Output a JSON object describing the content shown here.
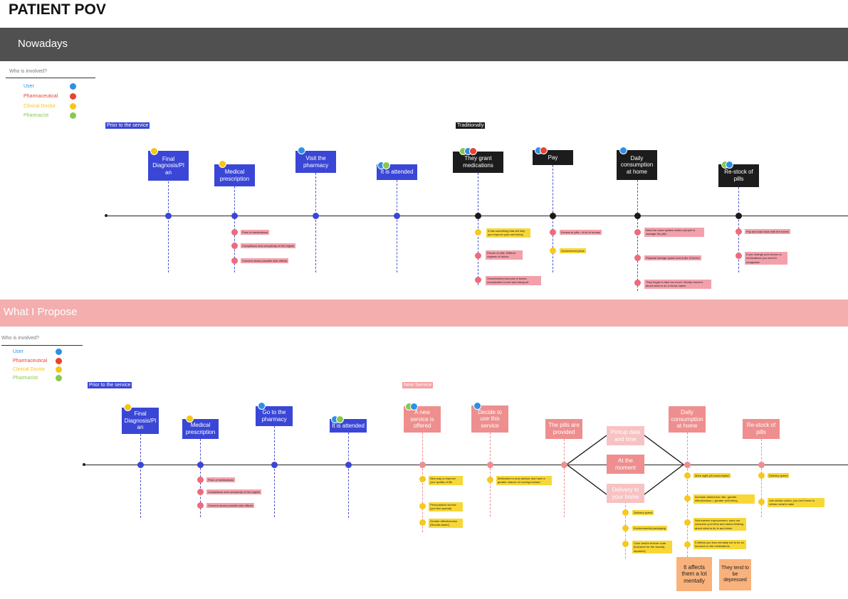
{
  "title": "PATIENT POV",
  "colors": {
    "user": "#2f8fe8",
    "pharmaceutical": "#e8432e",
    "clinical_doctor": "#f5c518",
    "pharmacist": "#86c94f"
  },
  "now": {
    "section": "Nowadays",
    "legend": {
      "title": "Who is involved?",
      "user": "User",
      "pharmaceutical": "Pharmaceutical",
      "clinical_doctor": "Clinical Doctor",
      "pharmacist": "Pharmacist"
    },
    "tag_prior": "Prior to the service",
    "tag_trad": "Traditionally",
    "steps": {
      "s1": "Final Diagnosis/Pl an",
      "s2": "Medical prescription",
      "s3": "Visit the pharmacy",
      "s4": "It is attended",
      "s5": "They grant medications",
      "s6": "Pay",
      "s7": "Daily consumption at home",
      "s8": "Re-stock of pills"
    },
    "notes": {
      "n2a": "Price of medications",
      "n2b": "Compliance and complexity of the regime",
      "n2c": "Concern about possible side effects",
      "n5a": "It has something that will help you improve your well being",
      "n5b": "Pieces of pills. Difficult regimen to follow",
      "n5c": "Overwhelmed amount of boxes, complicated to sort and transport",
      "n6a": "Excess of pills = A lot of money",
      "n6b": "Government plans",
      "n7a": "Need for more system and/or people to manage the pills",
      "n7b": "Physical storage space and order of boxes",
      "n7c": "They forget to take too much. Mostly concern about what to do in those cases",
      "n8a": "Pay and load back with the boxes",
      "n8b": "If you change your doctor or medications you need to reorganize"
    }
  },
  "prop": {
    "section": "What I Propose",
    "legend": {
      "title": "Who is involved?",
      "user": "User",
      "pharmaceutical": "Pharmaceutical",
      "clinical_doctor": "Clinical Doctor",
      "pharmacist": "Pharmacist"
    },
    "tag_prior": "Prior to the service",
    "tag_new": "New Service",
    "steps": {
      "p1": "Final Diagnosis/Pl an",
      "p2": "Medical prescription",
      "p3": "Go to the pharmacy",
      "p4": "It is attended",
      "p5": "A new service is offered",
      "p6": "Decide to use this service",
      "p7": "The pills are provided",
      "p8a": "Pickup date and time",
      "p8b": "At the moment",
      "p8c": "Delivery to your home",
      "p9": "Daily consumption at home",
      "p10": "Re-stock of pills"
    },
    "notes": {
      "q2a": "Price of medications",
      "q2b": "Compliance and complexity of the regime",
      "q2c": "Concern about possible side effects",
      "q5a": "New way to improve your quality of life",
      "q5b": "Personalized service (you feel special)",
      "q5c": "Greater effectiveness (Results faster)",
      "q6a": "Motivation to trust advisor and have a greater chance of moving forward",
      "q8a": "Delivery speed",
      "q8b": "Environmental packaging",
      "q8c": "Color and/or texture code (inclusive for the visually impaired)",
      "q9a": "More agile pill consumption",
      "q9b": "Increase adherence rate, greater effectiveness = greater well-being",
      "q9c": "Self-esteem improvement, does not consume your time and stress thinking about what to do in and when",
      "q9d": "It affects you less mentally not to be so focused on the medications",
      "q10a": "Delivery speed",
      "q10b": "Use similar codes, you don't have to relearn what to take"
    },
    "outcomes": {
      "o1": "It affects them a lot mentally",
      "o2": "They tend to be depressed"
    }
  }
}
